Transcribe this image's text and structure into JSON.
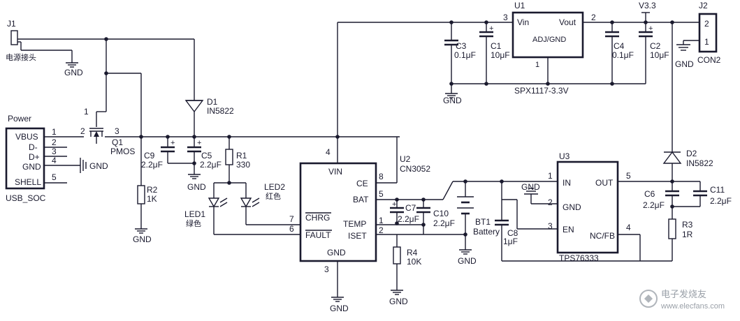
{
  "connectors": {
    "j1": {
      "ref": "J1",
      "label": "电源接头"
    },
    "j2": {
      "ref": "J2",
      "name": "CON2",
      "pin1": "1",
      "pin2": "2"
    },
    "usb": {
      "title": "Power",
      "name": "USB_SOC",
      "pins": [
        {
          "name": "VBUS",
          "num": "1"
        },
        {
          "name": "D-",
          "num": "2"
        },
        {
          "name": "D+",
          "num": "3"
        },
        {
          "name": "GND",
          "num": "4"
        },
        {
          "name": "SHELL",
          "num": "5"
        }
      ]
    }
  },
  "q1": {
    "ref": "Q1",
    "value": "PMOS",
    "pin1": "1",
    "pin2": "2",
    "pin3": "3"
  },
  "d1": {
    "ref": "D1",
    "value": "IN5822"
  },
  "d2": {
    "ref": "D2",
    "value": "IN5822"
  },
  "resistors": {
    "r1": {
      "ref": "R1",
      "value": "330"
    },
    "r2": {
      "ref": "R2",
      "value": "1K"
    },
    "r3": {
      "ref": "R3",
      "value": "1R"
    },
    "r4": {
      "ref": "R4",
      "value": "10K"
    }
  },
  "capacitors": {
    "c1": {
      "ref": "C1",
      "value": "10μF"
    },
    "c2": {
      "ref": "C2",
      "value": "10μF"
    },
    "c3": {
      "ref": "C3",
      "value": "0.1μF"
    },
    "c4": {
      "ref": "C4",
      "value": "0.1μF"
    },
    "c5": {
      "ref": "C5",
      "value": "2.2μF"
    },
    "c6": {
      "ref": "C6",
      "value": "2.2μF"
    },
    "c7": {
      "ref": "C7",
      "value": "2.2μF"
    },
    "c8": {
      "ref": "C8",
      "value": "1μF"
    },
    "c9": {
      "ref": "C9",
      "value": "2.2μF"
    },
    "c10": {
      "ref": "C10",
      "value": "2.2μF"
    },
    "c11": {
      "ref": "C11",
      "value": "2.2μF"
    }
  },
  "leds": {
    "led1": {
      "ref": "LED1",
      "color": "绿色"
    },
    "led2": {
      "ref": "LED2",
      "color": "红色"
    }
  },
  "bt1": {
    "ref": "BT1",
    "value": "Battery"
  },
  "u1": {
    "ref": "U1",
    "name": "SPX1117-3.3V",
    "vin": "Vin",
    "vout": "Vout",
    "adj": "ADJ/GND",
    "pin_in": "3",
    "pin_out": "2",
    "pin_gnd": "1"
  },
  "u2": {
    "ref": "U2",
    "name": "CN3052",
    "pins": {
      "vin": "VIN",
      "ce": "CE",
      "bat": "BAT",
      "chrg": "CHRG",
      "fault": "FAULT",
      "temp": "TEMP",
      "iset": "ISET",
      "gnd": "GND"
    },
    "nums": {
      "vin": "4",
      "ce": "8",
      "bat": "5",
      "chrg": "7",
      "fault": "6",
      "temp": "1",
      "iset": "2",
      "gnd": "3"
    }
  },
  "u3": {
    "ref": "U3",
    "name": "TPS76333",
    "pins": {
      "in": "IN",
      "gnd": "GND",
      "en": "EN",
      "out": "OUT",
      "ncfb": "NC/FB"
    },
    "nums": {
      "in": "1",
      "gnd": "2",
      "en": "3",
      "out": "5",
      "ncfb": "4"
    }
  },
  "nets": {
    "v33": "V3.3",
    "gnd": "GND"
  },
  "watermark": {
    "cn": "电子发烧友",
    "url": "www.elecfans.com"
  }
}
